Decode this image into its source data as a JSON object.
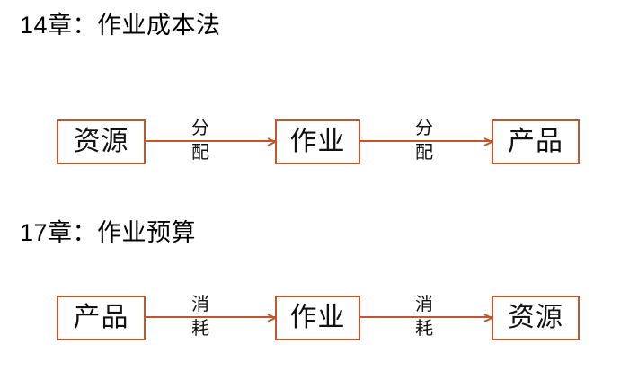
{
  "page": {
    "background": "#ffffff",
    "accent_color": "#C0562E",
    "text_color": "#111111"
  },
  "sections": [
    {
      "title": "14章：作业成本法",
      "nodes": [
        {
          "label": "资源"
        },
        {
          "label": "作业"
        },
        {
          "label": "产品"
        }
      ],
      "edges": [
        {
          "label_top": "分",
          "label_bottom": "配",
          "label": "分配"
        },
        {
          "label_top": "分",
          "label_bottom": "配",
          "label": "分配"
        }
      ]
    },
    {
      "title": "17章：作业预算",
      "nodes": [
        {
          "label": "产品"
        },
        {
          "label": "作业"
        },
        {
          "label": "资源"
        }
      ],
      "edges": [
        {
          "label_top": "消",
          "label_bottom": "耗",
          "label": "消耗"
        },
        {
          "label_top": "消",
          "label_bottom": "耗",
          "label": "消耗"
        }
      ]
    }
  ]
}
